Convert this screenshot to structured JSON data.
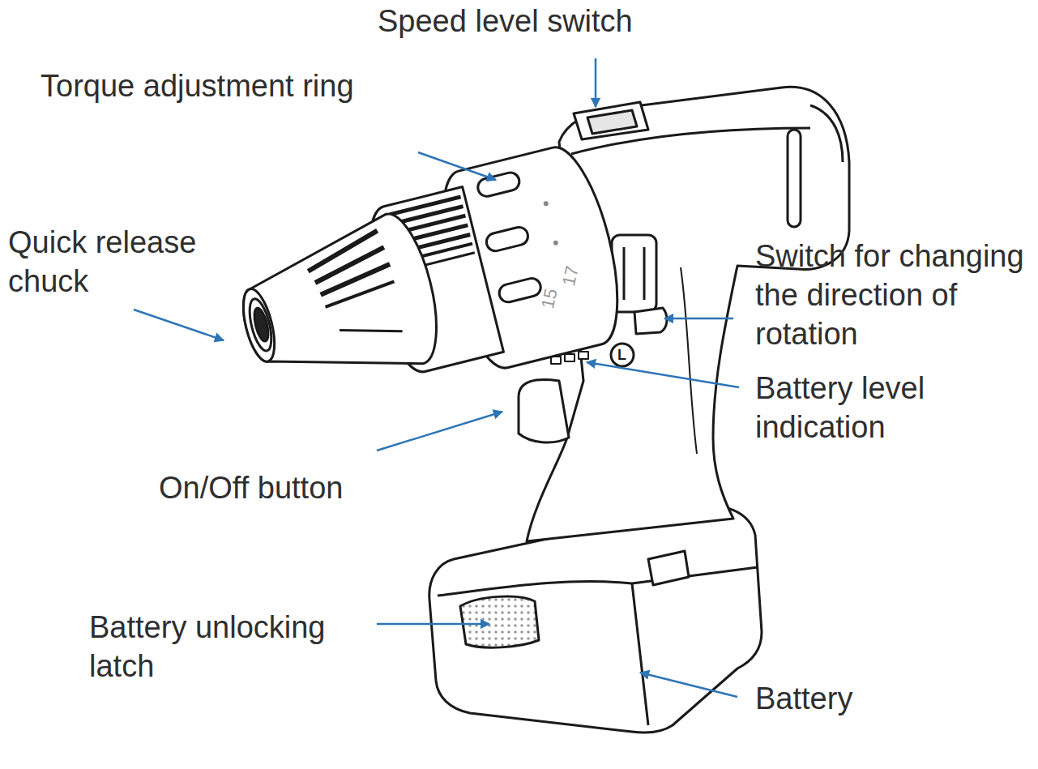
{
  "diagram": {
    "labels": [
      "Speed level switch",
      "Torque adjustment ring",
      "Quick release chuck",
      "Switch for changing the direction of rotation",
      "Battery level indication",
      "On/Off button",
      "Battery unlocking latch",
      "Battery",
      "15",
      "17",
      "L"
    ]
  }
}
